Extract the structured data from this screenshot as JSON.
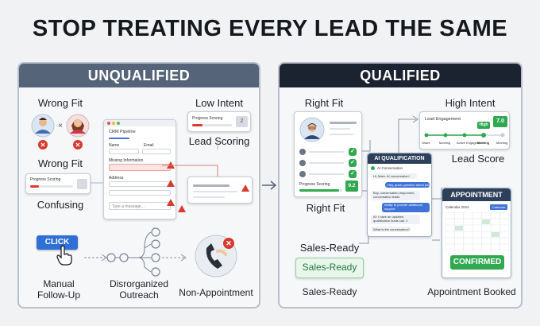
{
  "headline": "STOP TREATING EVERY LEAD THE SAME",
  "colors": {
    "unqualified_header": "#56647a",
    "qualified_header": "#1b2230",
    "accent_green": "#2fa84f",
    "alert_red": "#d93a2e",
    "click_blue": "#2f6fd6"
  },
  "unqualified": {
    "header": "UNQUALIFIED",
    "wrong_fit_top": "Wrong Fit",
    "wrong_fit_bottom": "Wrong Fit",
    "low_intent": "Low Intent",
    "lead_scoring": "Lead Scoring",
    "progress_scoring": "Progress Scoring",
    "progress_value": "2",
    "progress_scoring_2": "Progress Scoring",
    "confusing": "Confusing",
    "crm": {
      "title": "CRM Pipeline",
      "tab1": "CRM Pipeline",
      "name": "Name",
      "email": "Email",
      "missing": "Missing Information",
      "address": "Address",
      "type": "Type a message..."
    },
    "click": "CLICK",
    "manual_1": "Manual",
    "manual_2": "Follow-Up",
    "disorg_1": "Disrorganized",
    "disorg_2": "Outreach",
    "non_appointment": "Non-Appointment"
  },
  "qualified": {
    "header": "QUALIFIED",
    "right_fit_top": "Right Fit",
    "right_fit_bottom": "Right Fit",
    "high_intent": "High Intent",
    "lead_engagement": "Lead Engagement",
    "high_badge": "High",
    "score_value": "7.0",
    "stages": [
      "Share",
      "Meeting",
      "Active Engagement",
      "Meeting",
      "Meeting"
    ],
    "lead_score": "Lead Score",
    "progress_scoring": "Progress Scoring",
    "progress_value": "9.2",
    "ai_header": "AI QUALIFICATION",
    "ai_conv": "AI Conversation",
    "ai_msgs": [
      "Hi, Mark. AI conversation!",
      "Hey, quick question about pricing?",
      "Buy, conversation,responses, conversation leads",
      "Ability to provide additional support",
      "AI: I have an updated qualification leads call. 2",
      "What is the conversation?"
    ],
    "sales_ready_top": "Sales-Ready",
    "sales_ready_badge": "Sales-Ready",
    "sales_ready_bottom": "Sales-Ready",
    "appointment_header": "APPOINTMENT",
    "calendar_label": "Calendar 2023",
    "calendar_btn": "Calendar",
    "confirmed": "CONFIRMED",
    "appointment_booked": "Appointment Booked"
  }
}
